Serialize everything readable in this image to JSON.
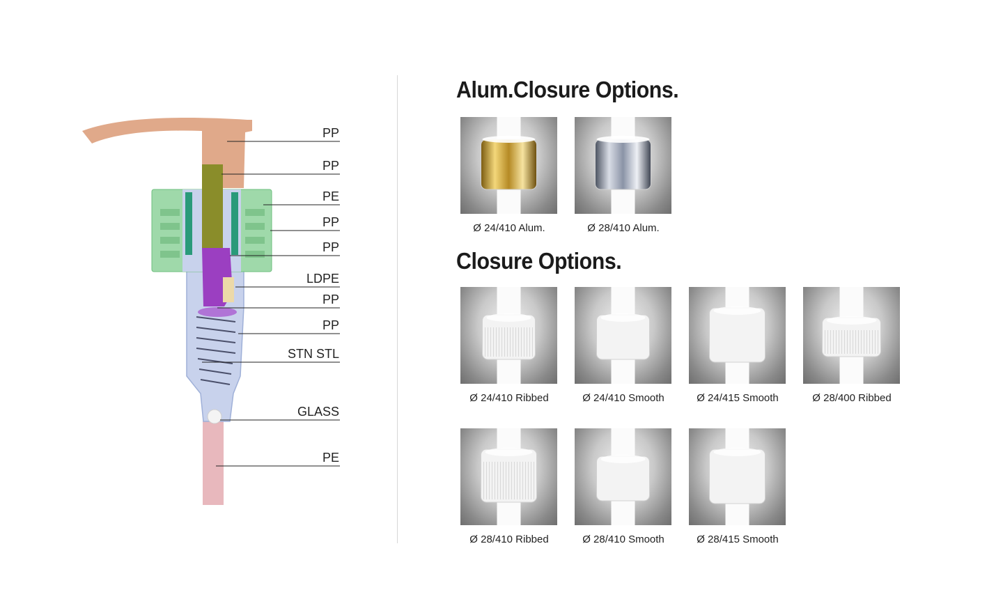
{
  "diagram": {
    "labels": [
      "PP",
      "PP",
      "PE",
      "PP",
      "PP",
      "LDPE",
      "PP",
      "PP",
      "STN STL",
      "GLASS",
      "PE"
    ]
  },
  "alum_section": {
    "title": "Alum.Closure Options.",
    "options": [
      {
        "caption": "Ø 24/410 Alum.",
        "style": "gold"
      },
      {
        "caption": "Ø 28/410 Alum.",
        "style": "silver"
      }
    ]
  },
  "closure_section": {
    "title": "Closure Options.",
    "options": [
      {
        "caption": "Ø 24/410 Ribbed",
        "style": "ribbed"
      },
      {
        "caption": "Ø 24/410 Smooth",
        "style": "smooth"
      },
      {
        "caption": "Ø 24/415 Smooth",
        "style": "smooth-tall"
      },
      {
        "caption": "Ø 28/400 Ribbed",
        "style": "ribbed-wide"
      },
      {
        "caption": "Ø 28/410 Ribbed",
        "style": "ribbed-tall"
      },
      {
        "caption": "Ø 28/410 Smooth",
        "style": "smooth"
      },
      {
        "caption": "Ø 28/415 Smooth",
        "style": "smooth-tall"
      }
    ]
  }
}
